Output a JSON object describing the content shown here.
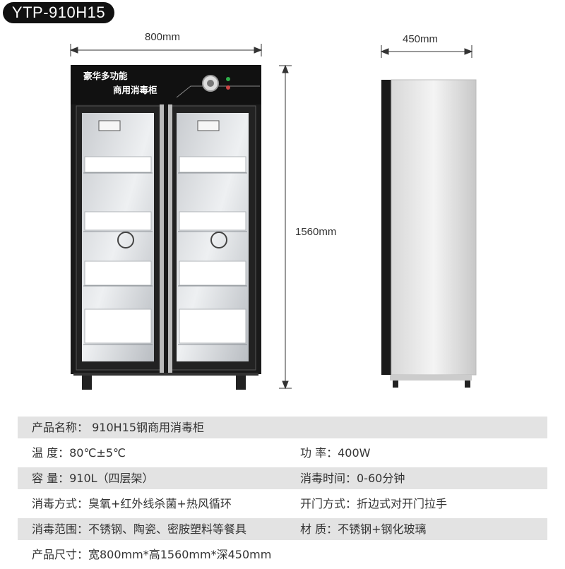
{
  "model": "YTP-910H15",
  "dimensions": {
    "width": "800mm",
    "depth": "450mm",
    "height": "1560mm"
  },
  "cabinet_front": {
    "brand_line1": "豪华多功能",
    "brand_line2": "商用消毒柜"
  },
  "specs": {
    "row1": {
      "c1": "产品名称：  910H15钢商用消毒柜"
    },
    "row2": {
      "c1": "温      度：80℃±5℃",
      "c2": "功      率：400W"
    },
    "row3": {
      "c1": "容      量：910L（四层架）",
      "c2": "消毒时间：0-60分钟"
    },
    "row4": {
      "c1": "消毒方式：臭氧+红外线杀菌+热风循环",
      "c2": "开门方式：折边式对开门拉手"
    },
    "row5": {
      "c1": "消毒范围：不锈钢、陶瓷、密胺塑料等餐具",
      "c2": "材      质：不锈钢+钢化玻璃"
    },
    "row6": {
      "c1": "产品尺寸：宽800mm*高1560mm*深450mm"
    }
  }
}
